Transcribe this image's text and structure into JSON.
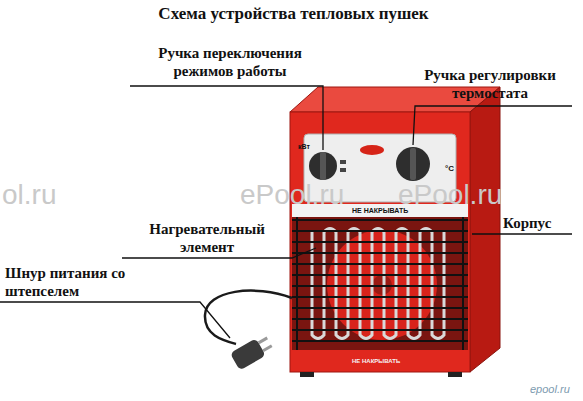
{
  "diagram": {
    "title": "Схема устройства тепловых пушек",
    "labels": [
      "Ручка переключения режимов работы",
      "Ручка регулировки термостата",
      "Нагревательный элемент",
      "Корпус",
      "Шнур питания со штепселем",
      "кВт",
      "°C",
      "НЕ НАКРЫВАТЬ",
      "НЕ НАКРЫВАТЬ",
      "ol.ru",
      "ePool.ru",
      "ePool.ru",
      "epool.ru"
    ]
  }
}
